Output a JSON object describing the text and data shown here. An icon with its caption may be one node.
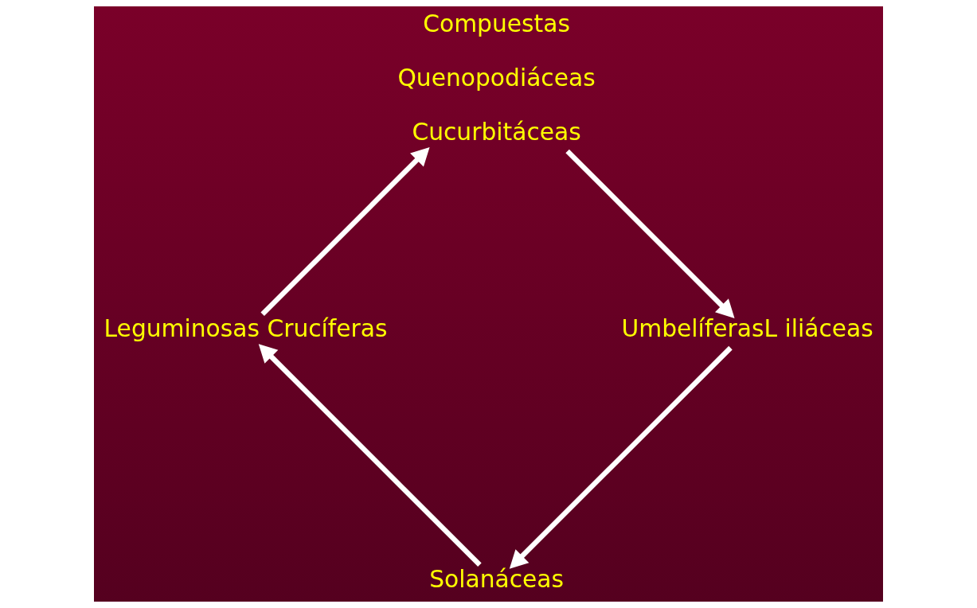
{
  "diagram": {
    "nodes": [
      {
        "text": [
          "Solanáceas"
        ]
      },
      {
        "text": [
          "Leguminosas Crucíferas"
        ]
      },
      {
        "text": [
          "Compuestas",
          "Quenopodiáceas",
          "Cucurbitáceas"
        ]
      },
      {
        "text": [
          "UmbelíferasL iliáceas"
        ]
      }
    ],
    "edges": [
      {
        "from": 0,
        "to": 1,
        "arrow": "to"
      },
      {
        "from": 1,
        "to": 2,
        "arrow": "to"
      },
      {
        "from": 2,
        "to": 3,
        "arrow": "to"
      },
      {
        "from": 3,
        "to": 0,
        "arrow": "to"
      }
    ]
  }
}
